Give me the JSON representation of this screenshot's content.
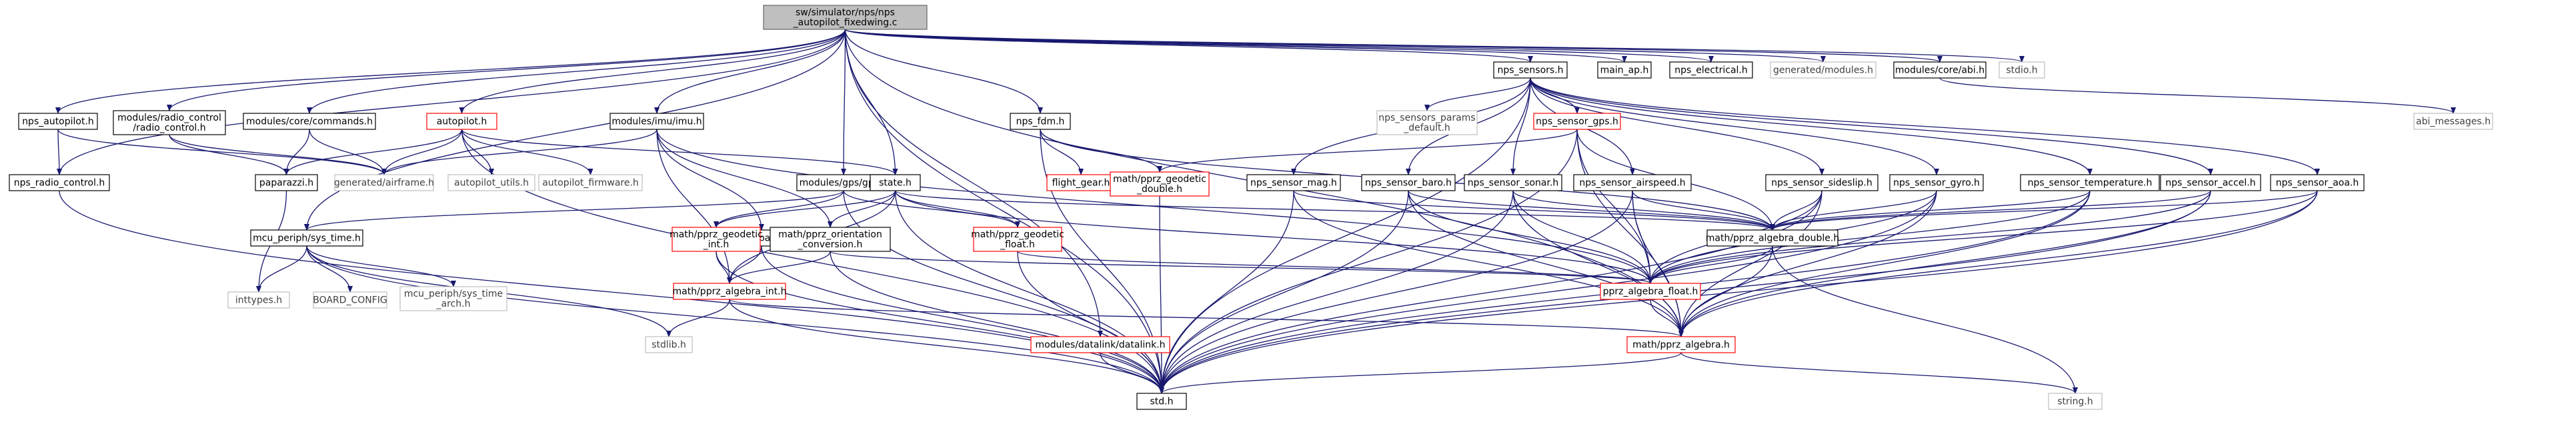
{
  "nodes": [
    {
      "id": "root",
      "lines": [
        "sw/simulator/nps/nps",
        "_autopilot_fixedwing.c"
      ],
      "style": "root"
    },
    {
      "id": "nps_autopilot",
      "lines": [
        "nps_autopilot.h"
      ],
      "style": "black"
    },
    {
      "id": "radio_control_h",
      "lines": [
        "modules/radio_control",
        "/radio_control.h"
      ],
      "style": "black"
    },
    {
      "id": "commands",
      "lines": [
        "modules/core/commands.h"
      ],
      "style": "black"
    },
    {
      "id": "autopilot",
      "lines": [
        "autopilot.h"
      ],
      "style": "red"
    },
    {
      "id": "imu",
      "lines": [
        "modules/imu/imu.h"
      ],
      "style": "black"
    },
    {
      "id": "gps",
      "lines": [
        "modules/gps/gps.h"
      ],
      "style": "black"
    },
    {
      "id": "state",
      "lines": [
        "state.h"
      ],
      "style": "black"
    },
    {
      "id": "nps_fdm",
      "lines": [
        "nps_fdm.h"
      ],
      "style": "black"
    },
    {
      "id": "nps_sensors",
      "lines": [
        "nps_sensors.h"
      ],
      "style": "black"
    },
    {
      "id": "main_ap",
      "lines": [
        "main_ap.h"
      ],
      "style": "black"
    },
    {
      "id": "nps_electrical",
      "lines": [
        "nps_electrical.h"
      ],
      "style": "black"
    },
    {
      "id": "generated_modules",
      "lines": [
        "generated/modules.h"
      ],
      "style": "gray"
    },
    {
      "id": "abi",
      "lines": [
        "modules/core/abi.h"
      ],
      "style": "black"
    },
    {
      "id": "stdio",
      "lines": [
        "stdio.h"
      ],
      "style": "gray"
    },
    {
      "id": "abi_messages",
      "lines": [
        "abi_messages.h"
      ],
      "style": "gray"
    },
    {
      "id": "nps_radio_control",
      "lines": [
        "nps_radio_control.h"
      ],
      "style": "black"
    },
    {
      "id": "paparazzi",
      "lines": [
        "paparazzi.h"
      ],
      "style": "black"
    },
    {
      "id": "airframe",
      "lines": [
        "generated/airframe.h"
      ],
      "style": "gray"
    },
    {
      "id": "autopilot_utils",
      "lines": [
        "autopilot_utils.h"
      ],
      "style": "gray"
    },
    {
      "id": "autopilot_firmware",
      "lines": [
        "autopilot_firmware.h"
      ],
      "style": "gray"
    },
    {
      "id": "flight_gear",
      "lines": [
        "flight_gear.h"
      ],
      "style": "red"
    },
    {
      "id": "geodetic_double",
      "lines": [
        "math/pprz_geodetic",
        "_double.h"
      ],
      "style": "red"
    },
    {
      "id": "params_default",
      "lines": [
        "nps_sensors_params",
        "_default.h"
      ],
      "style": "gray"
    },
    {
      "id": "sensor_gps",
      "lines": [
        "nps_sensor_gps.h"
      ],
      "style": "red"
    },
    {
      "id": "sensor_mag",
      "lines": [
        "nps_sensor_mag.h"
      ],
      "style": "black"
    },
    {
      "id": "sensor_baro",
      "lines": [
        "nps_sensor_baro.h"
      ],
      "style": "black"
    },
    {
      "id": "sensor_sonar",
      "lines": [
        "nps_sensor_sonar.h"
      ],
      "style": "black"
    },
    {
      "id": "sensor_airspeed",
      "lines": [
        "nps_sensor_airspeed.h"
      ],
      "style": "black"
    },
    {
      "id": "sensor_sideslip",
      "lines": [
        "nps_sensor_sideslip.h"
      ],
      "style": "black"
    },
    {
      "id": "sensor_gyro",
      "lines": [
        "nps_sensor_gyro.h"
      ],
      "style": "black"
    },
    {
      "id": "sensor_temperature",
      "lines": [
        "nps_sensor_temperature.h"
      ],
      "style": "black"
    },
    {
      "id": "sensor_accel",
      "lines": [
        "nps_sensor_accel.h"
      ],
      "style": "black"
    },
    {
      "id": "sensor_aoa",
      "lines": [
        "nps_sensor_aoa.h"
      ],
      "style": "black"
    },
    {
      "id": "sys_time",
      "lines": [
        "mcu_periph/sys_time.h"
      ],
      "style": "black"
    },
    {
      "id": "low_pass",
      "lines": [
        "filters/low_pass_filter.h"
      ],
      "style": "black"
    },
    {
      "id": "geodetic_int",
      "lines": [
        "math/pprz_geodetic",
        "_int.h"
      ],
      "style": "red"
    },
    {
      "id": "orientation",
      "lines": [
        "math/pprz_orientation",
        "_conversion.h"
      ],
      "style": "black"
    },
    {
      "id": "geodetic_float",
      "lines": [
        "math/pprz_geodetic",
        "_float.h"
      ],
      "style": "red"
    },
    {
      "id": "algebra_double",
      "lines": [
        "math/pprz_algebra_double.h"
      ],
      "style": "black"
    },
    {
      "id": "algebra_float",
      "lines": [
        "pprz_algebra_float.h"
      ],
      "style": "red"
    },
    {
      "id": "algebra_int",
      "lines": [
        "math/pprz_algebra_int.h"
      ],
      "style": "red"
    },
    {
      "id": "inttypes",
      "lines": [
        "inttypes.h"
      ],
      "style": "gray"
    },
    {
      "id": "board_config",
      "lines": [
        "BOARD_CONFIG"
      ],
      "style": "gray"
    },
    {
      "id": "sys_time_arch",
      "lines": [
        "mcu_periph/sys_time",
        "_arch.h"
      ],
      "style": "gray"
    },
    {
      "id": "stdlib",
      "lines": [
        "stdlib.h"
      ],
      "style": "gray"
    },
    {
      "id": "datalink",
      "lines": [
        "modules/datalink/datalink.h"
      ],
      "style": "red"
    },
    {
      "id": "pprz_algebra",
      "lines": [
        "math/pprz_algebra.h"
      ],
      "style": "red"
    },
    {
      "id": "std",
      "lines": [
        "std.h"
      ],
      "style": "black"
    },
    {
      "id": "string",
      "lines": [
        "string.h"
      ],
      "style": "gray"
    }
  ],
  "edges": [
    [
      "root",
      "nps_autopilot"
    ],
    [
      "root",
      "radio_control_h"
    ],
    [
      "root",
      "commands"
    ],
    [
      "root",
      "autopilot"
    ],
    [
      "root",
      "imu"
    ],
    [
      "root",
      "gps"
    ],
    [
      "root",
      "state"
    ],
    [
      "root",
      "nps_fdm"
    ],
    [
      "root",
      "nps_sensors"
    ],
    [
      "root",
      "main_ap"
    ],
    [
      "root",
      "nps_electrical"
    ],
    [
      "root",
      "generated_modules"
    ],
    [
      "root",
      "abi"
    ],
    [
      "root",
      "stdio"
    ],
    [
      "root",
      "nps_radio_control"
    ],
    [
      "root",
      "sys_time"
    ],
    [
      "root",
      "datalink"
    ],
    [
      "root",
      "pprz_algebra"
    ],
    [
      "root",
      "std"
    ],
    [
      "nps_autopilot",
      "nps_radio_control"
    ],
    [
      "nps_autopilot",
      "airframe"
    ],
    [
      "radio_control_h",
      "paparazzi"
    ],
    [
      "radio_control_h",
      "airframe"
    ],
    [
      "commands",
      "paparazzi"
    ],
    [
      "commands",
      "airframe"
    ],
    [
      "autopilot",
      "paparazzi"
    ],
    [
      "autopilot",
      "airframe"
    ],
    [
      "autopilot",
      "autopilot_utils"
    ],
    [
      "autopilot",
      "autopilot_firmware"
    ],
    [
      "autopilot",
      "state"
    ],
    [
      "autopilot",
      "std"
    ],
    [
      "imu",
      "airframe"
    ],
    [
      "imu",
      "low_pass"
    ],
    [
      "imu",
      "algebra_int"
    ],
    [
      "imu",
      "orientation"
    ],
    [
      "imu",
      "algebra_float"
    ],
    [
      "gps",
      "sys_time"
    ],
    [
      "gps",
      "geodetic_int"
    ],
    [
      "gps",
      "geodetic_float"
    ],
    [
      "gps",
      "std"
    ],
    [
      "state",
      "geodetic_int"
    ],
    [
      "state",
      "orientation"
    ],
    [
      "state",
      "geodetic_float"
    ],
    [
      "state",
      "algebra_int"
    ],
    [
      "state",
      "algebra_float"
    ],
    [
      "state",
      "algebra_double"
    ],
    [
      "state",
      "std"
    ],
    [
      "nps_fdm",
      "flight_gear"
    ],
    [
      "nps_fdm",
      "geodetic_double"
    ],
    [
      "nps_fdm",
      "algebra_double"
    ],
    [
      "nps_fdm",
      "std"
    ],
    [
      "nps_sensors",
      "params_default"
    ],
    [
      "nps_sensors",
      "sensor_gps"
    ],
    [
      "nps_sensors",
      "sensor_mag"
    ],
    [
      "nps_sensors",
      "sensor_baro"
    ],
    [
      "nps_sensors",
      "sensor_sonar"
    ],
    [
      "nps_sensors",
      "sensor_airspeed"
    ],
    [
      "nps_sensors",
      "sensor_sideslip"
    ],
    [
      "nps_sensors",
      "sensor_gyro"
    ],
    [
      "nps_sensors",
      "sensor_temperature"
    ],
    [
      "nps_sensors",
      "sensor_accel"
    ],
    [
      "nps_sensors",
      "sensor_aoa"
    ],
    [
      "nps_sensors",
      "std"
    ],
    [
      "abi",
      "abi_messages"
    ],
    [
      "nps_radio_control",
      "std"
    ],
    [
      "paparazzi",
      "inttypes"
    ],
    [
      "geodetic_double",
      "std"
    ],
    [
      "sensor_gps",
      "geodetic_double"
    ],
    [
      "sensor_gps",
      "algebra_double"
    ],
    [
      "sensor_gps",
      "algebra_float"
    ],
    [
      "sensor_gps",
      "pprz_algebra"
    ],
    [
      "sensor_gps",
      "std"
    ],
    [
      "sensor_mag",
      "algebra_double"
    ],
    [
      "sensor_mag",
      "pprz_algebra"
    ],
    [
      "sensor_mag",
      "std"
    ],
    [
      "sensor_baro",
      "algebra_double"
    ],
    [
      "sensor_baro",
      "algebra_float"
    ],
    [
      "sensor_baro",
      "pprz_algebra"
    ],
    [
      "sensor_baro",
      "std"
    ],
    [
      "sensor_sonar",
      "algebra_double"
    ],
    [
      "sensor_sonar",
      "algebra_float"
    ],
    [
      "sensor_sonar",
      "pprz_algebra"
    ],
    [
      "sensor_sonar",
      "std"
    ],
    [
      "sensor_airspeed",
      "algebra_double"
    ],
    [
      "sensor_airspeed",
      "algebra_float"
    ],
    [
      "sensor_airspeed",
      "pprz_algebra"
    ],
    [
      "sensor_airspeed",
      "std"
    ],
    [
      "sensor_sideslip",
      "algebra_double"
    ],
    [
      "sensor_sideslip",
      "algebra_float"
    ],
    [
      "sensor_sideslip",
      "pprz_algebra"
    ],
    [
      "sensor_sideslip",
      "std"
    ],
    [
      "sensor_gyro",
      "algebra_double"
    ],
    [
      "sensor_gyro",
      "algebra_float"
    ],
    [
      "sensor_gyro",
      "pprz_algebra"
    ],
    [
      "sensor_gyro",
      "std"
    ],
    [
      "sensor_temperature",
      "algebra_double"
    ],
    [
      "sensor_temperature",
      "algebra_float"
    ],
    [
      "sensor_temperature",
      "pprz_algebra"
    ],
    [
      "sensor_temperature",
      "std"
    ],
    [
      "sensor_accel",
      "algebra_double"
    ],
    [
      "sensor_accel",
      "algebra_float"
    ],
    [
      "sensor_accel",
      "pprz_algebra"
    ],
    [
      "sensor_accel",
      "std"
    ],
    [
      "sensor_aoa",
      "algebra_double"
    ],
    [
      "sensor_aoa",
      "algebra_float"
    ],
    [
      "sensor_aoa",
      "pprz_algebra"
    ],
    [
      "sensor_aoa",
      "std"
    ],
    [
      "sys_time",
      "inttypes"
    ],
    [
      "sys_time",
      "board_config"
    ],
    [
      "sys_time",
      "sys_time_arch"
    ],
    [
      "sys_time",
      "stdlib"
    ],
    [
      "sys_time",
      "std"
    ],
    [
      "low_pass",
      "algebra_int"
    ],
    [
      "low_pass",
      "std"
    ],
    [
      "geodetic_int",
      "algebra_int"
    ],
    [
      "geodetic_int",
      "std"
    ],
    [
      "orientation",
      "algebra_int"
    ],
    [
      "orientation",
      "algebra_float"
    ],
    [
      "orientation",
      "std"
    ],
    [
      "geodetic_float",
      "algebra_float"
    ],
    [
      "geodetic_float",
      "std"
    ],
    [
      "algebra_double",
      "algebra_float"
    ],
    [
      "algebra_double",
      "pprz_algebra"
    ],
    [
      "algebra_double",
      "string"
    ],
    [
      "algebra_float",
      "pprz_algebra"
    ],
    [
      "algebra_int",
      "pprz_algebra"
    ],
    [
      "algebra_int",
      "stdlib"
    ],
    [
      "algebra_int",
      "std"
    ],
    [
      "datalink",
      "std"
    ],
    [
      "pprz_algebra",
      "std"
    ],
    [
      "pprz_algebra",
      "string"
    ]
  ],
  "colors": {
    "edge": "#191970",
    "root_fill": "#bfbfbf",
    "black_border": "#000000",
    "red_border": "#ff0000",
    "gray_border": "#bfbfbf",
    "gray_text": "#404040",
    "node_fill": "#ffffff"
  }
}
